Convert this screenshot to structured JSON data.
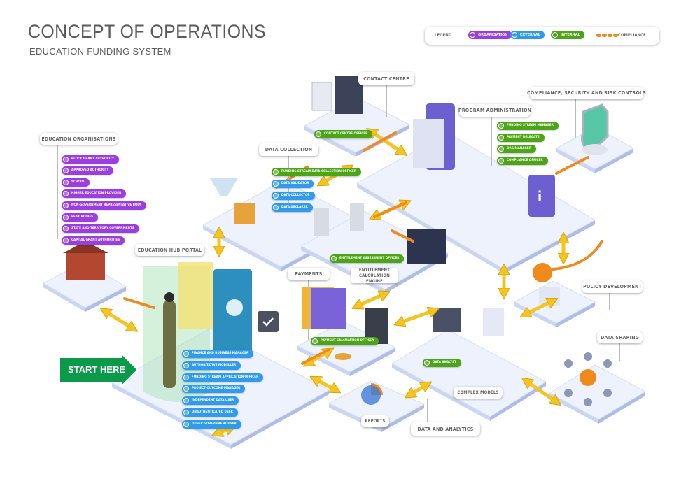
{
  "header": {
    "title": "CONCEPT OF OPERATIONS",
    "subtitle": "EDUCATION FUNDING SYSTEM"
  },
  "legend": {
    "title": "LEGEND",
    "organisation": "ORGANISATION",
    "external": "EXTERNAL",
    "internal": "INTERNAL",
    "compliance": "COMPLIANCE",
    "colors": {
      "organisation": "#9a3ee0",
      "external": "#2f9bea",
      "internal": "#4ba516",
      "compliance": "#f08a1c"
    }
  },
  "start": {
    "label": "START HERE",
    "color": "#0a9a4a"
  },
  "sections": {
    "contact_centre": "CONTACT CENTRE",
    "compliance": "COMPLIANCE, SECURITY AND RISK CONTROLS",
    "program_admin": "PROGRAM ADMINISTRATION",
    "education_orgs": "EDUCATION ORGANISATIONS",
    "data_collection": "DATA COLLECTION",
    "hub_portal": "EDUCATION HUB PORTAL",
    "payments": "PAYMENTS",
    "entitlement_engine": "ENTITLEMENT CALCULATION ENGINE",
    "policy_development": "POLICY DEVELOPMENT",
    "data_sharing": "DATA SHARING",
    "complex_models": "COMPLEX MODELS",
    "reports": "REPORTS",
    "data_analytics": "DATA AND ANALYTICS"
  },
  "roles": {
    "education_orgs": [
      "BLOCK GRANT AUTHORITY",
      "APPROVED AUTHORITY",
      "SCHOOL",
      "HIGHER EDUCATION PROVIDER",
      "NON-GOVERNMENT REPRESENTATIVE BODY",
      "PEAK BODIES",
      "STATE AND TERRITORY GOVERNMENTS",
      "CAPITAL GRANT AUTHORITIES"
    ],
    "hub_portal": [
      "FINANCE AND BUSINESS MANAGER",
      "AUTHORITATIVE MODELLER",
      "FUNDING STREAM APPLICATION OFFICER",
      "PROJECT OUTCOME MANAGER",
      "INDEPENDENT DATA USER",
      "UNAUTHENTICATED USER",
      "OTHER GOVERNMENT USER"
    ],
    "data_collection_internal": "FUNDING STREAM DATA COLLECTION OFFICER",
    "data_collection_external": [
      "DATA VALIDATOR",
      "DATA COLLECTOR",
      "DATA DECLARER"
    ],
    "program_admin": [
      "FUNDING STREAM MANAGER",
      "PAYMENT DELEGATE",
      "ORG MANAGER",
      "COMPLIANCE OFFICER"
    ],
    "contact_centre": "CONTACT CENTRE OFFICER",
    "entitlement": "ENTITLEMENT ASSESSMENT OFFICER",
    "payments": "PAYMENT CALCULATION OFFICER",
    "analytics": "DATA ANALYST"
  }
}
